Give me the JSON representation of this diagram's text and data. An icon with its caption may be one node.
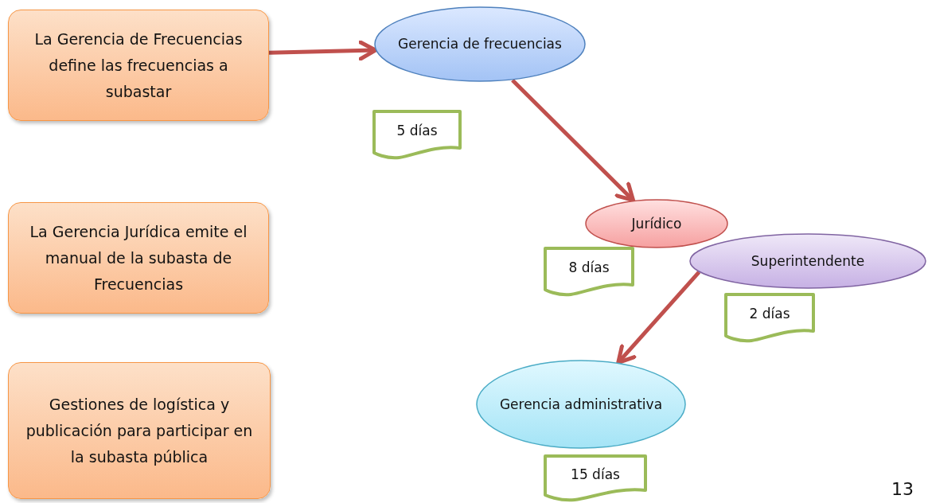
{
  "diagram": {
    "nodes": [
      {
        "text": [
          "La Gerencia de Frecuencias define  las frecuencias a subastar"
        ]
      },
      {
        "text": [
          "Gerencia de frecuencias"
        ]
      },
      {
        "text": [
          "5 días"
        ]
      },
      {
        "text": [
          "La Gerencia Jurídica emite el manual de la subasta de Frecuencias"
        ]
      },
      {
        "text": [
          "Jurídico"
        ]
      },
      {
        "text": [
          "8 días"
        ]
      },
      {
        "text": [
          "Superintendente"
        ]
      },
      {
        "text": [
          "2 días"
        ]
      },
      {
        "text": [
          "Gestiones de logística y publicación para participar en la subasta pública"
        ]
      },
      {
        "text": [
          "Gerencia administrativa"
        ]
      },
      {
        "text": [
          "15 días"
        ]
      }
    ],
    "edges": [
      {
        "from": 0,
        "to": 1,
        "arrow": "to"
      },
      {
        "from": 1,
        "to": 4,
        "arrow": "to"
      },
      {
        "from": 6,
        "to": 9,
        "arrow": "to"
      }
    ],
    "labels": [
      "13"
    ]
  }
}
